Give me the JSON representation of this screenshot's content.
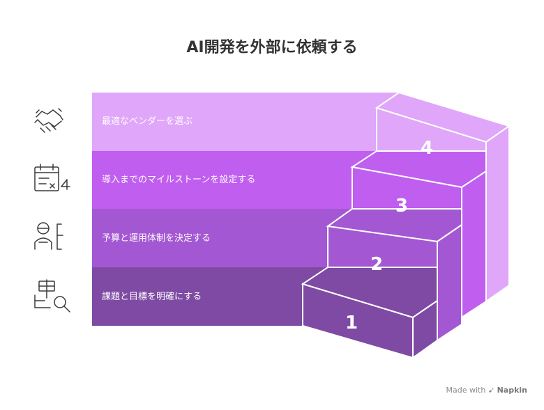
{
  "title": "AI開発を外部に依頼する",
  "steps": [
    {
      "number": "1",
      "label": "課題と目標を明確にする",
      "icon": "task-search-icon",
      "color": "#7e4aa3"
    },
    {
      "number": "2",
      "label": "予算と運用体制を決定する",
      "icon": "person-budget-icon",
      "color": "#a457d3"
    },
    {
      "number": "3",
      "label": "導入までのマイルストーンを設定する",
      "icon": "calendar-milestone-icon",
      "color": "#c05ef0"
    },
    {
      "number": "4",
      "label": "最適なベンダーを選ぶ",
      "icon": "handshake-icon",
      "color": "#e0a6f9"
    }
  ],
  "footer": {
    "made_with": "Made with",
    "brand": "Napkin"
  }
}
